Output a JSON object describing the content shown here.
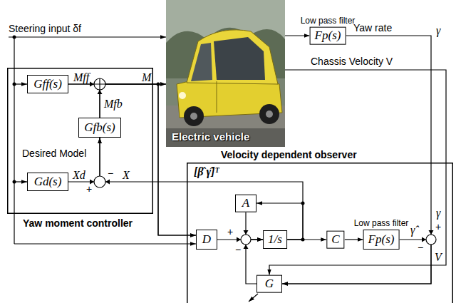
{
  "diagram": {
    "nodes": [
      {
        "text": [
          "Electric vehicle"
        ]
      },
      {
        "text": [
          "Low pass filter",
          "Fp(s)"
        ]
      },
      {
        "text": [
          "Yaw moment controller"
        ]
      },
      {
        "text": [
          "Gff(s)"
        ],
        "in": 2
      },
      {
        "text": [
          "Gfb(s)"
        ],
        "in": 2
      },
      {
        "text": [
          "Desired Model",
          "Gd(s)"
        ],
        "in": 2
      },
      {
        "text": [
          "Velocity dependent observer"
        ]
      },
      {
        "text": [
          "A"
        ],
        "in": 6
      },
      {
        "text": [
          "D"
        ],
        "in": 6
      },
      {
        "text": [
          "1/s"
        ],
        "in": 6
      },
      {
        "text": [
          "C"
        ],
        "in": 6
      },
      {
        "text": [
          "Low pass filter",
          "Fp(s)"
        ],
        "in": 6
      },
      {
        "text": [
          "G"
        ],
        "in": 6
      }
    ],
    "edges": [
      {
        "from": 0,
        "to": 1,
        "arrow": "to"
      },
      {
        "from": 1,
        "to": 12,
        "label": "Yaw rate",
        "arrow": "to"
      },
      {
        "from": 3,
        "to": 0,
        "arrow": "to"
      },
      {
        "from": 4,
        "to": 0,
        "arrow": "to"
      },
      {
        "from": 3,
        "to": 8,
        "arrow": "to"
      },
      {
        "from": 4,
        "to": 8,
        "arrow": "to"
      },
      {
        "from": 5,
        "to": 4,
        "arrow": "to"
      },
      {
        "from": 0,
        "to": 12,
        "label": "Chassis Velocity V",
        "arrow": "to"
      },
      {
        "from": 11,
        "to": 12,
        "arrow": "to"
      },
      {
        "from": 12,
        "to": 9,
        "arrow": "to"
      },
      {
        "from": 8,
        "to": 9,
        "arrow": "to"
      },
      {
        "from": 7,
        "to": 9,
        "arrow": "to"
      },
      {
        "from": 9,
        "to": 7,
        "arrow": "to"
      },
      {
        "from": 9,
        "to": 10,
        "arrow": "to"
      },
      {
        "from": 9,
        "to": 4,
        "arrow": "to"
      },
      {
        "from": 10,
        "to": 11,
        "arrow": "to"
      }
    ],
    "labels": [
      "Steering input δf",
      "Mff",
      "M",
      "Mfb",
      "Xd",
      "−",
      "X",
      "+",
      "[β̂ γ̂]ᵀ",
      "+",
      "−",
      "γ̂",
      "γ",
      "γ",
      "+",
      "−",
      "V"
    ]
  }
}
